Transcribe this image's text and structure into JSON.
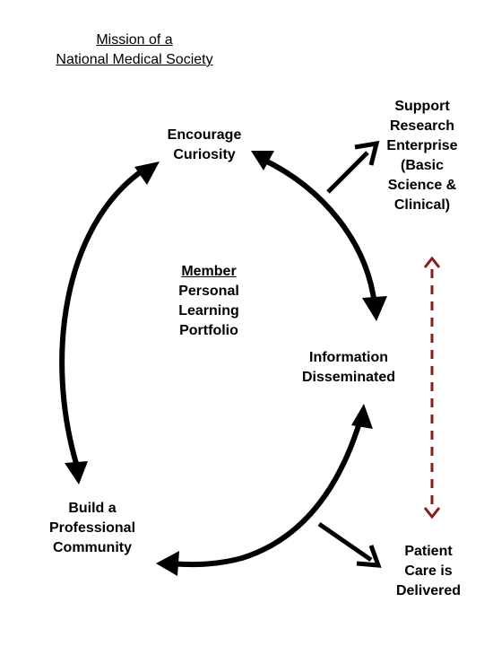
{
  "title": {
    "line1": "Mission of a",
    "line2": "National Medical Society"
  },
  "nodes": {
    "encourage": {
      "line1": "Encourage",
      "line2": "Curiosity"
    },
    "support": {
      "line1": "Support",
      "line2": "Research",
      "line3": "Enterprise",
      "line4": "(Basic",
      "line5": "Science &",
      "line6": "Clinical)"
    },
    "member": {
      "line1": "Member ",
      "line2": "Personal",
      "line3": "Learning",
      "line4": "Portfolio"
    },
    "information": {
      "line1": "Information",
      "line2": "Disseminated"
    },
    "build": {
      "line1": "Build a",
      "line2": "Professional",
      "line3": "Community"
    },
    "patient": {
      "line1": "Patient",
      "line2": "Care is",
      "line3": "Delivered"
    }
  },
  "colors": {
    "arrow": "#000000",
    "dashed_arrow": "#8b1a1a"
  }
}
